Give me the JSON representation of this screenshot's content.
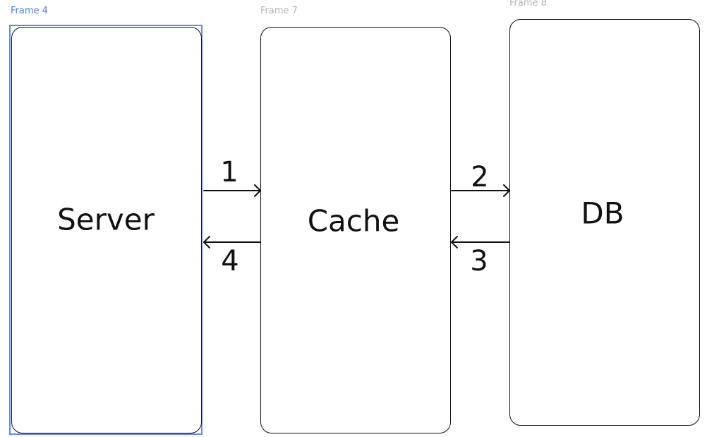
{
  "frames": {
    "server": {
      "frame_label": "Frame 4",
      "node_label": "Server",
      "selected": true
    },
    "cache": {
      "frame_label": "Frame 7",
      "node_label": "Cache",
      "selected": false
    },
    "db": {
      "frame_label": "Frame 8",
      "node_label": "DB",
      "selected": false
    }
  },
  "edges": [
    {
      "from": "Server",
      "to": "Cache",
      "label": "1"
    },
    {
      "from": "Cache",
      "to": "DB",
      "label": "2"
    },
    {
      "from": "DB",
      "to": "Cache",
      "label": "3"
    },
    {
      "from": "Cache",
      "to": "Server",
      "label": "4"
    }
  ],
  "colors": {
    "selection": "#5b8ee0",
    "stroke": "#111111"
  }
}
